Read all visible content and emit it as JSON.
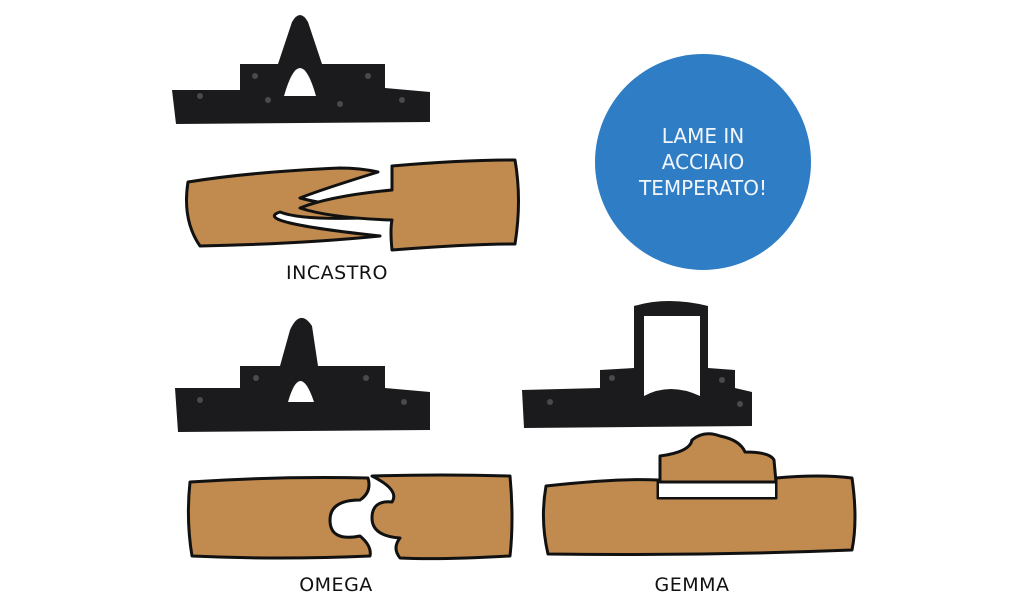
{
  "badge": {
    "lines": [
      "LAME IN",
      "ACCIAIO",
      "TEMPERATO!"
    ],
    "color": "#2f7dc5"
  },
  "blades": [
    {
      "name": "INCASTRO"
    },
    {
      "name": "OMEGA"
    },
    {
      "name": "GEMMA"
    }
  ],
  "colors": {
    "wood": "#c18b50",
    "steel": "#1b1b1d"
  }
}
